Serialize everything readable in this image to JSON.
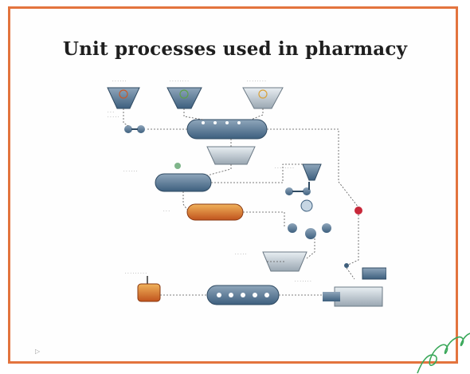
{
  "slide": {
    "title": "Unit processes used in pharmacy",
    "caption_line1": "",
    "caption_line2": "",
    "nav_icon": "play-arrow-icon"
  },
  "diagram": {
    "kind": "process-flow",
    "units": [
      "hopper",
      "hopper",
      "hopper",
      "mixer-tank",
      "collector",
      "storage-tank",
      "dryer",
      "mill",
      "screener",
      "press",
      "tank",
      "conveyor",
      "extruder"
    ]
  },
  "colors": {
    "frame": "#e3743e",
    "equipment": "#3d5f7e",
    "vessel": "#d77a2a",
    "accent": "#c8283a",
    "decoration": "#3aa85a"
  }
}
